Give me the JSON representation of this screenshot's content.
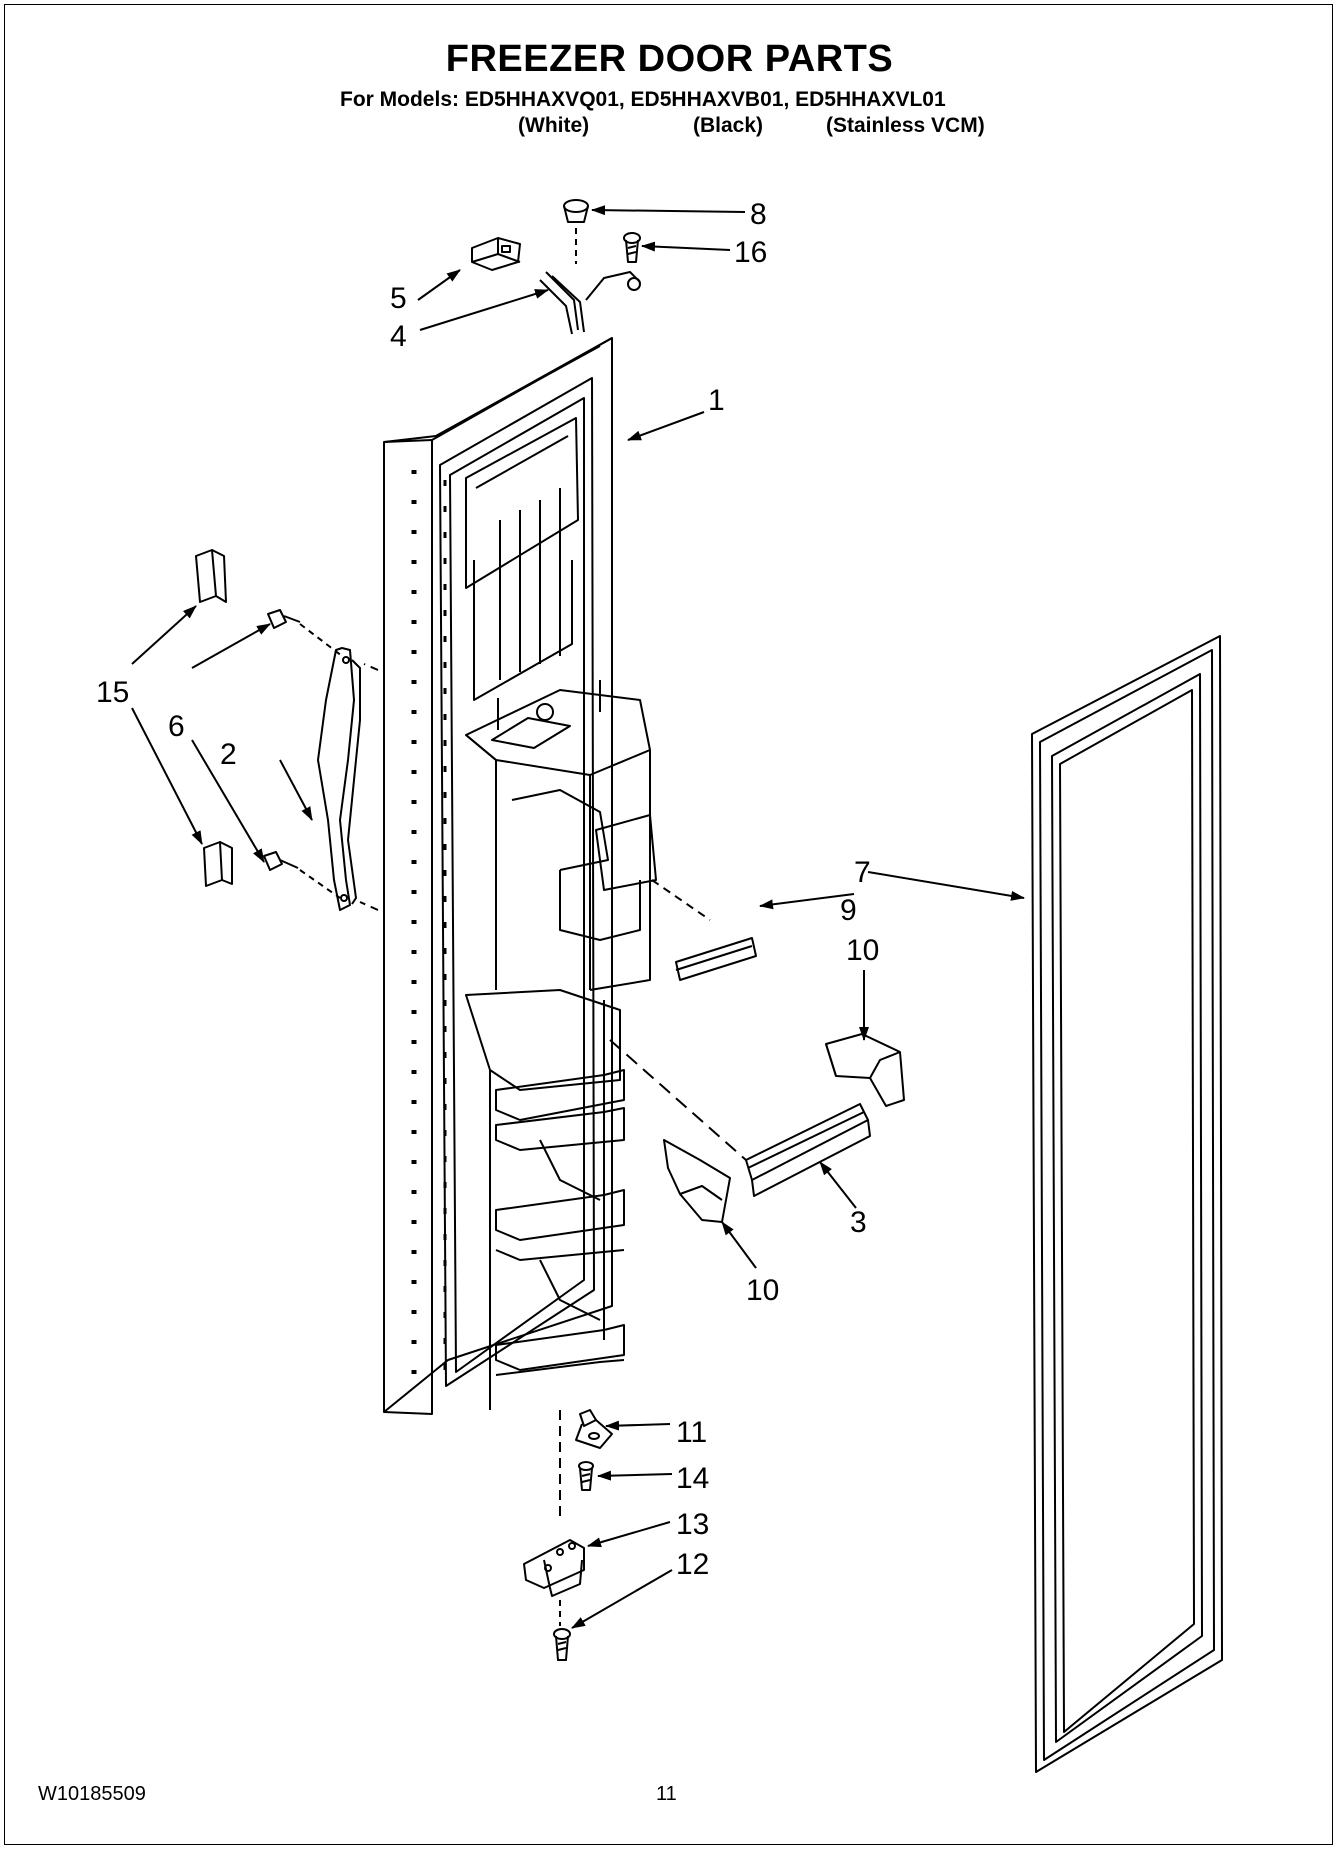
{
  "title": "FREEZER DOOR PARTS",
  "models_line": "For Models: ED5HHAXVQ01, ED5HHAXVB01, ED5HHAXVL01",
  "variants": [
    "(White)",
    "(Black)",
    "(Stainless VCM)"
  ],
  "callouts": {
    "c1": "1",
    "c2": "2",
    "c3": "3",
    "c4": "4",
    "c5": "5",
    "c6": "6",
    "c7": "7",
    "c8": "8",
    "c9": "9",
    "c10a": "10",
    "c10b": "10",
    "c11": "11",
    "c12": "12",
    "c13": "13",
    "c14": "14",
    "c15": "15",
    "c16": "16"
  },
  "footer": {
    "doc_number": "W10185509",
    "page_number": "11"
  }
}
